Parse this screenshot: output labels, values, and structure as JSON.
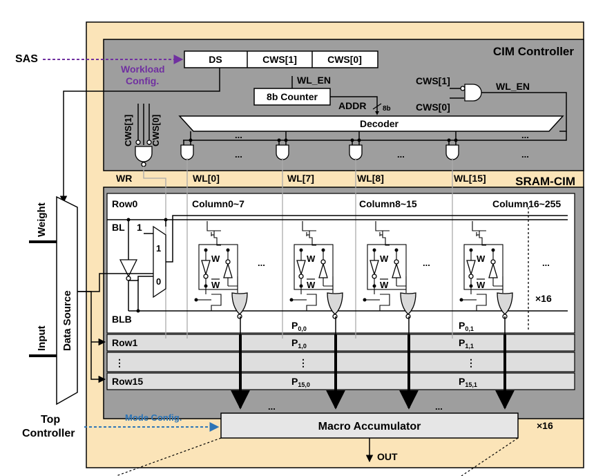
{
  "external": {
    "sas": "SAS",
    "top_controller": "Top\nController",
    "out": "OUT",
    "weight": "Weight",
    "input": "Input",
    "data_source": "Data Source"
  },
  "config": {
    "workload": "Workload\nConfig.",
    "mode": "Mode Config."
  },
  "controller": {
    "title": "CIM Controller",
    "ds": "DS",
    "cws1": "CWS[1]",
    "cws0": "CWS[0]",
    "wl_en": "WL_EN",
    "counter": "8b Counter",
    "addr": "ADDR",
    "bits": "8b",
    "gate_in1": "CWS[1]",
    "gate_in0": "CWS[0]",
    "gate_out": "WL_EN",
    "decoder": "Decoder",
    "ellipsis": "...",
    "and_in1": "CWS[1]",
    "and_in0": "CWS[0]"
  },
  "signals": {
    "wr": "WR",
    "wl0": "WL[0]",
    "wl7": "WL[7]",
    "wl8": "WL[8]",
    "wl15": "WL[15]"
  },
  "sram": {
    "title": "SRAM-CIM",
    "row0": "Row0",
    "row1": "Row1",
    "row15": "Row15",
    "vdots": "⋮",
    "col_a": "Column0~7",
    "col_b": "Column8~15",
    "col_c": "Column16~255",
    "bl": "BL",
    "blb": "BLB",
    "one": "1",
    "mux1": "1",
    "mux0": "0",
    "w": "W",
    "wbar": "W",
    "p00_m": "P",
    "p00_s": "0,0",
    "p01_m": "P",
    "p01_s": "0,1",
    "p10_m": "P",
    "p10_s": "1,0",
    "p11_m": "P",
    "p11_s": "1,1",
    "p150_m": "P",
    "p150_s": "15,0",
    "p151_m": "P",
    "p151_s": "15,1",
    "x16a": "×16",
    "x16b": "×16",
    "ellipsis": "..."
  },
  "accumulator": {
    "label": "Macro Accumulator"
  },
  "colors": {
    "panel": "#fbe4b8",
    "controller_bg": "#9e9e9e",
    "sram_bg": "#9e9e9e",
    "workload": "#7030a0",
    "mode": "#2e75b6",
    "row_fill": "#dedede"
  }
}
